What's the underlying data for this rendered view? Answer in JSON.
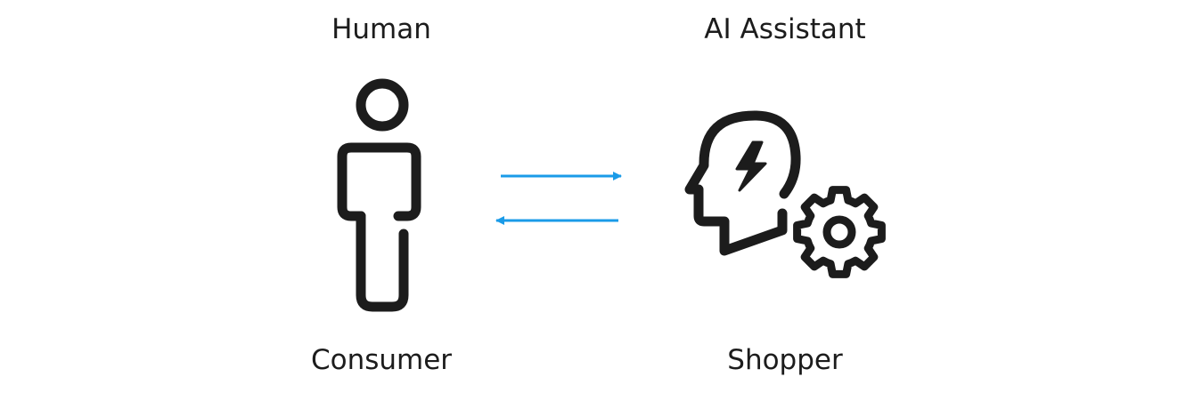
{
  "left_entity": {
    "top_label": "Human",
    "bottom_label": "Consumer",
    "icon": "person-icon"
  },
  "right_entity": {
    "top_label": "AI Assistant",
    "bottom_label": "Shopper",
    "icon": "head-lightning-gear-icon"
  },
  "arrows": [
    {
      "direction": "right",
      "color": "#1a9be8"
    },
    {
      "direction": "left",
      "color": "#1a9be8"
    }
  ],
  "colors": {
    "icon_stroke": "#1c1c1c",
    "arrow": "#1a9be8",
    "background": "#ffffff"
  }
}
